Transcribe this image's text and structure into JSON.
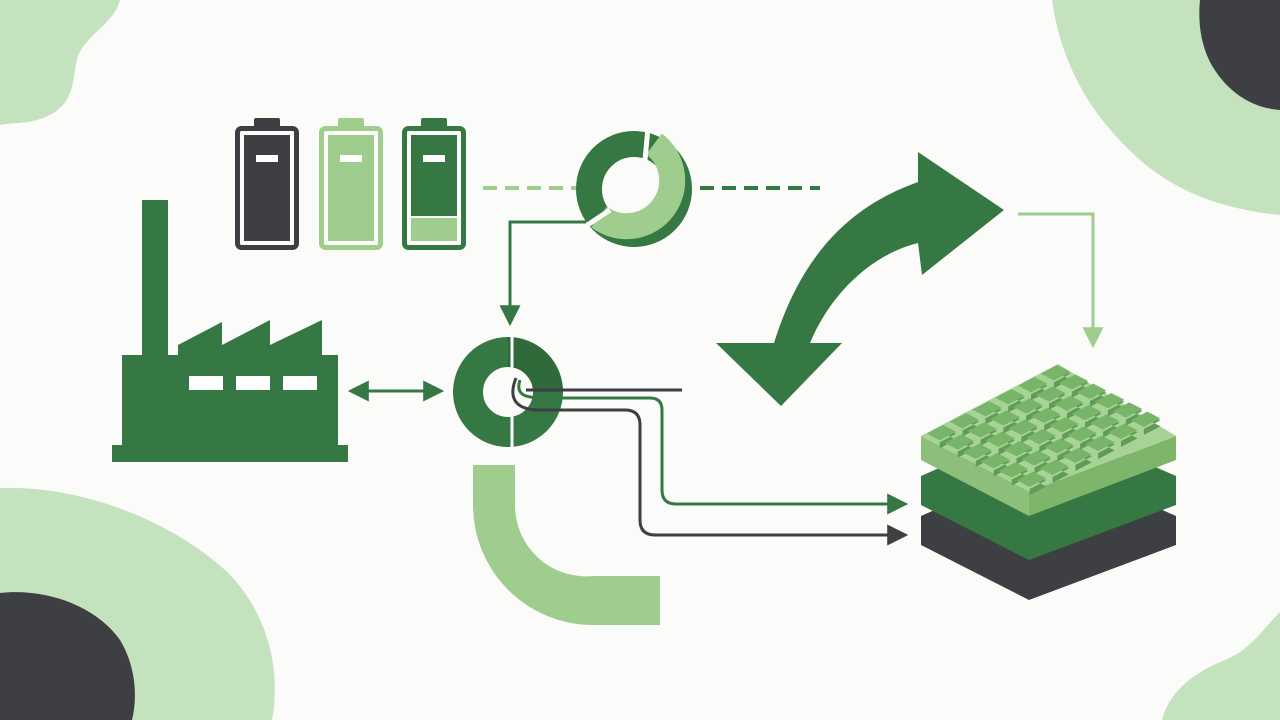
{
  "colors": {
    "background": "#fbfbfa",
    "dark_green": "#367843",
    "light_green": "#9fcd8e",
    "pale_green": "#c4e2bd",
    "charcoal": "#3d3f42",
    "white": "#ffffff"
  },
  "battery_levels": [
    {
      "icon": "battery-empty-icon",
      "fill_level": 0.0
    },
    {
      "icon": "battery-full-icon",
      "fill_level": 1.0
    },
    {
      "icon": "battery-low-icon",
      "fill_level": 0.2
    }
  ],
  "icons": {
    "factory": "factory-icon",
    "hub": "hub-ring-icon",
    "cycle": "cycle-ring-icon",
    "curved_arrow": "curved-double-arrow-icon",
    "layers": "layered-grid-stack-icon"
  }
}
